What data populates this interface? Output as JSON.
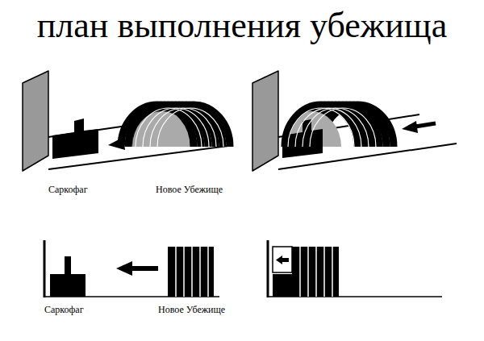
{
  "diagram": {
    "title": "план выполнения убежища",
    "labels": [
      "Саркофаг",
      "Новое Убежище",
      "Саркофаг",
      "Новое Убежище"
    ]
  }
}
